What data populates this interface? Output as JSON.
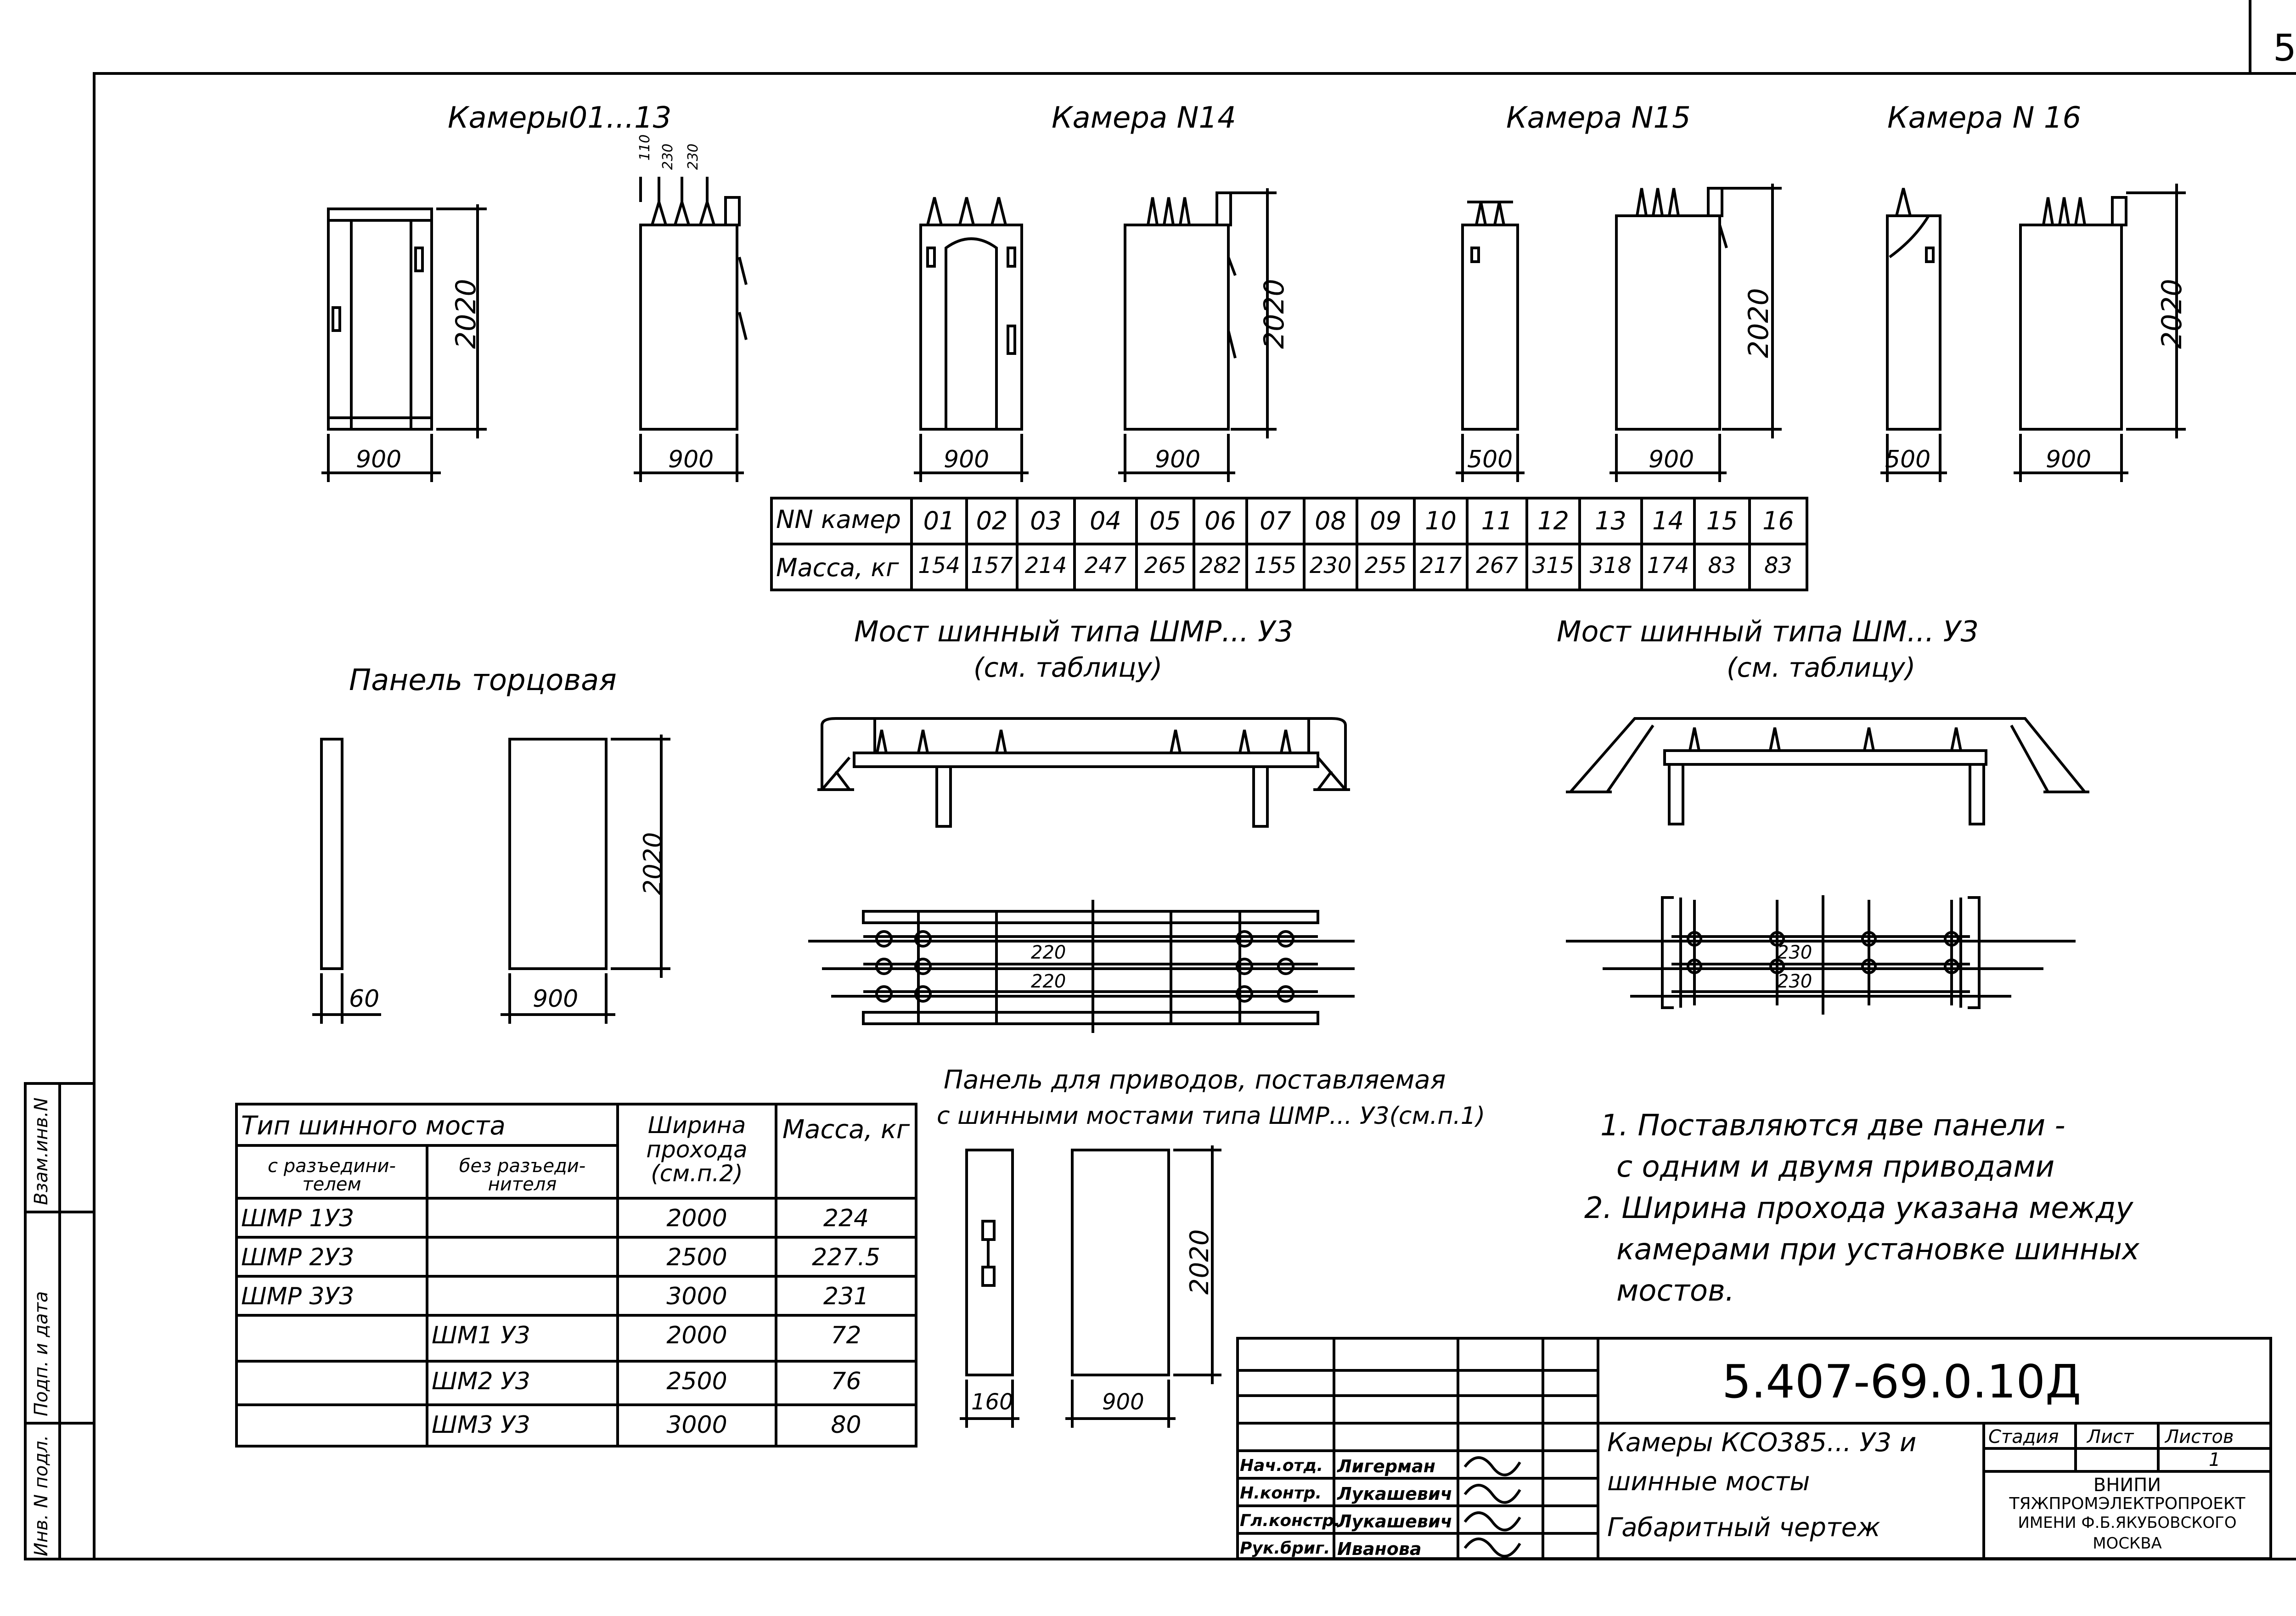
{
  "page_number": "5",
  "cameras": {
    "group1_title": "Камеры01...13",
    "group1_dims": [
      "110",
      "230",
      "230"
    ],
    "group2_title": "Камера N14",
    "group3_title": "Камера N15",
    "group4_title": "Камера N 16",
    "height": "2020",
    "width_900": "900",
    "width_500": "500"
  },
  "mass_table": {
    "header_label": "NN камер",
    "row_label": "Масса, кг",
    "numbers": [
      "01",
      "02",
      "03",
      "04",
      "05",
      "06",
      "07",
      "08",
      "09",
      "10",
      "11",
      "12",
      "13",
      "14",
      "15",
      "16"
    ],
    "masses": [
      "154",
      "157",
      "214",
      "247",
      "265",
      "282",
      "155",
      "230",
      "255",
      "217",
      "267",
      "315",
      "318",
      "174",
      "83",
      "83"
    ]
  },
  "end_panel": {
    "title": "Панель торцовая",
    "thickness": "60",
    "width": "900",
    "height": "2020"
  },
  "bridge_shmr": {
    "title": "Мост шинный типа ШМР... У3",
    "subtitle": "(см. таблицу)",
    "dims": [
      "220",
      "220"
    ]
  },
  "bridge_shm": {
    "title": "Мост шинный типа ШМ... У3",
    "subtitle": "(см. таблицу)",
    "dims": [
      "230",
      "230"
    ]
  },
  "drive_panel": {
    "title_line1": "Панель для приводов, поставляемая",
    "title_line2": "с шинными мостами типа ШМР... У3(см.п.1)",
    "thickness": "160",
    "width": "900",
    "height": "2020"
  },
  "bridge_table": {
    "header_type": "Тип шинного моста",
    "header_with": "с разъедини-телем",
    "header_without": "без разъеди-нителя",
    "header_width": "Ширина прохода (см.п.2)",
    "header_mass": "Масса, кг",
    "rows": [
      {
        "with": "ШМР 1У3",
        "without": "",
        "width": "2000",
        "mass": "224"
      },
      {
        "with": "ШМР 2У3",
        "without": "",
        "width": "2500",
        "mass": "227.5"
      },
      {
        "with": "ШМР 3У3",
        "without": "",
        "width": "3000",
        "mass": "231"
      },
      {
        "with": "",
        "without": "ШМ1 У3",
        "width": "2000",
        "mass": "72"
      },
      {
        "with": "",
        "without": "ШМ2 У3",
        "width": "2500",
        "mass": "76"
      },
      {
        "with": "",
        "without": "ШМ3 У3",
        "width": "3000",
        "mass": "80"
      }
    ]
  },
  "notes": [
    "1. Поставляются две панели -",
    "с одним и двумя приводами",
    "2. Ширина прохода указана между",
    "камерами при установке шинных",
    "мостов."
  ],
  "side_stamps": [
    "Взам.инв.N",
    "Подп. и дата",
    "Инв. N подл."
  ],
  "title_block": {
    "code": "5.407-69.0.10Д",
    "desc_line1": "Камеры КСО385... У3 и",
    "desc_line2": "шинные мосты",
    "desc_line3": "Габаритный чертеж",
    "stage_label": "Стадия",
    "sheet_label": "Лист",
    "sheets_label": "Листов",
    "sheets_value": "1",
    "org_line1": "ВНИПИ",
    "org_line2": "ТЯЖПРОМЭЛЕКТРОПРОЕКТ",
    "org_line3": "ИМЕНИ Ф.Б.ЯКУБОВСКОГО",
    "org_line4": "МОСКВА",
    "signers": [
      {
        "role": "Нач.отд.",
        "name": "Лигерман"
      },
      {
        "role": "Н.контр.",
        "name": "Лукашевич"
      },
      {
        "role": "Гл.констр.",
        "name": "Лукашевич"
      },
      {
        "role": "Рук.бриг.",
        "name": "Иванова"
      }
    ]
  }
}
